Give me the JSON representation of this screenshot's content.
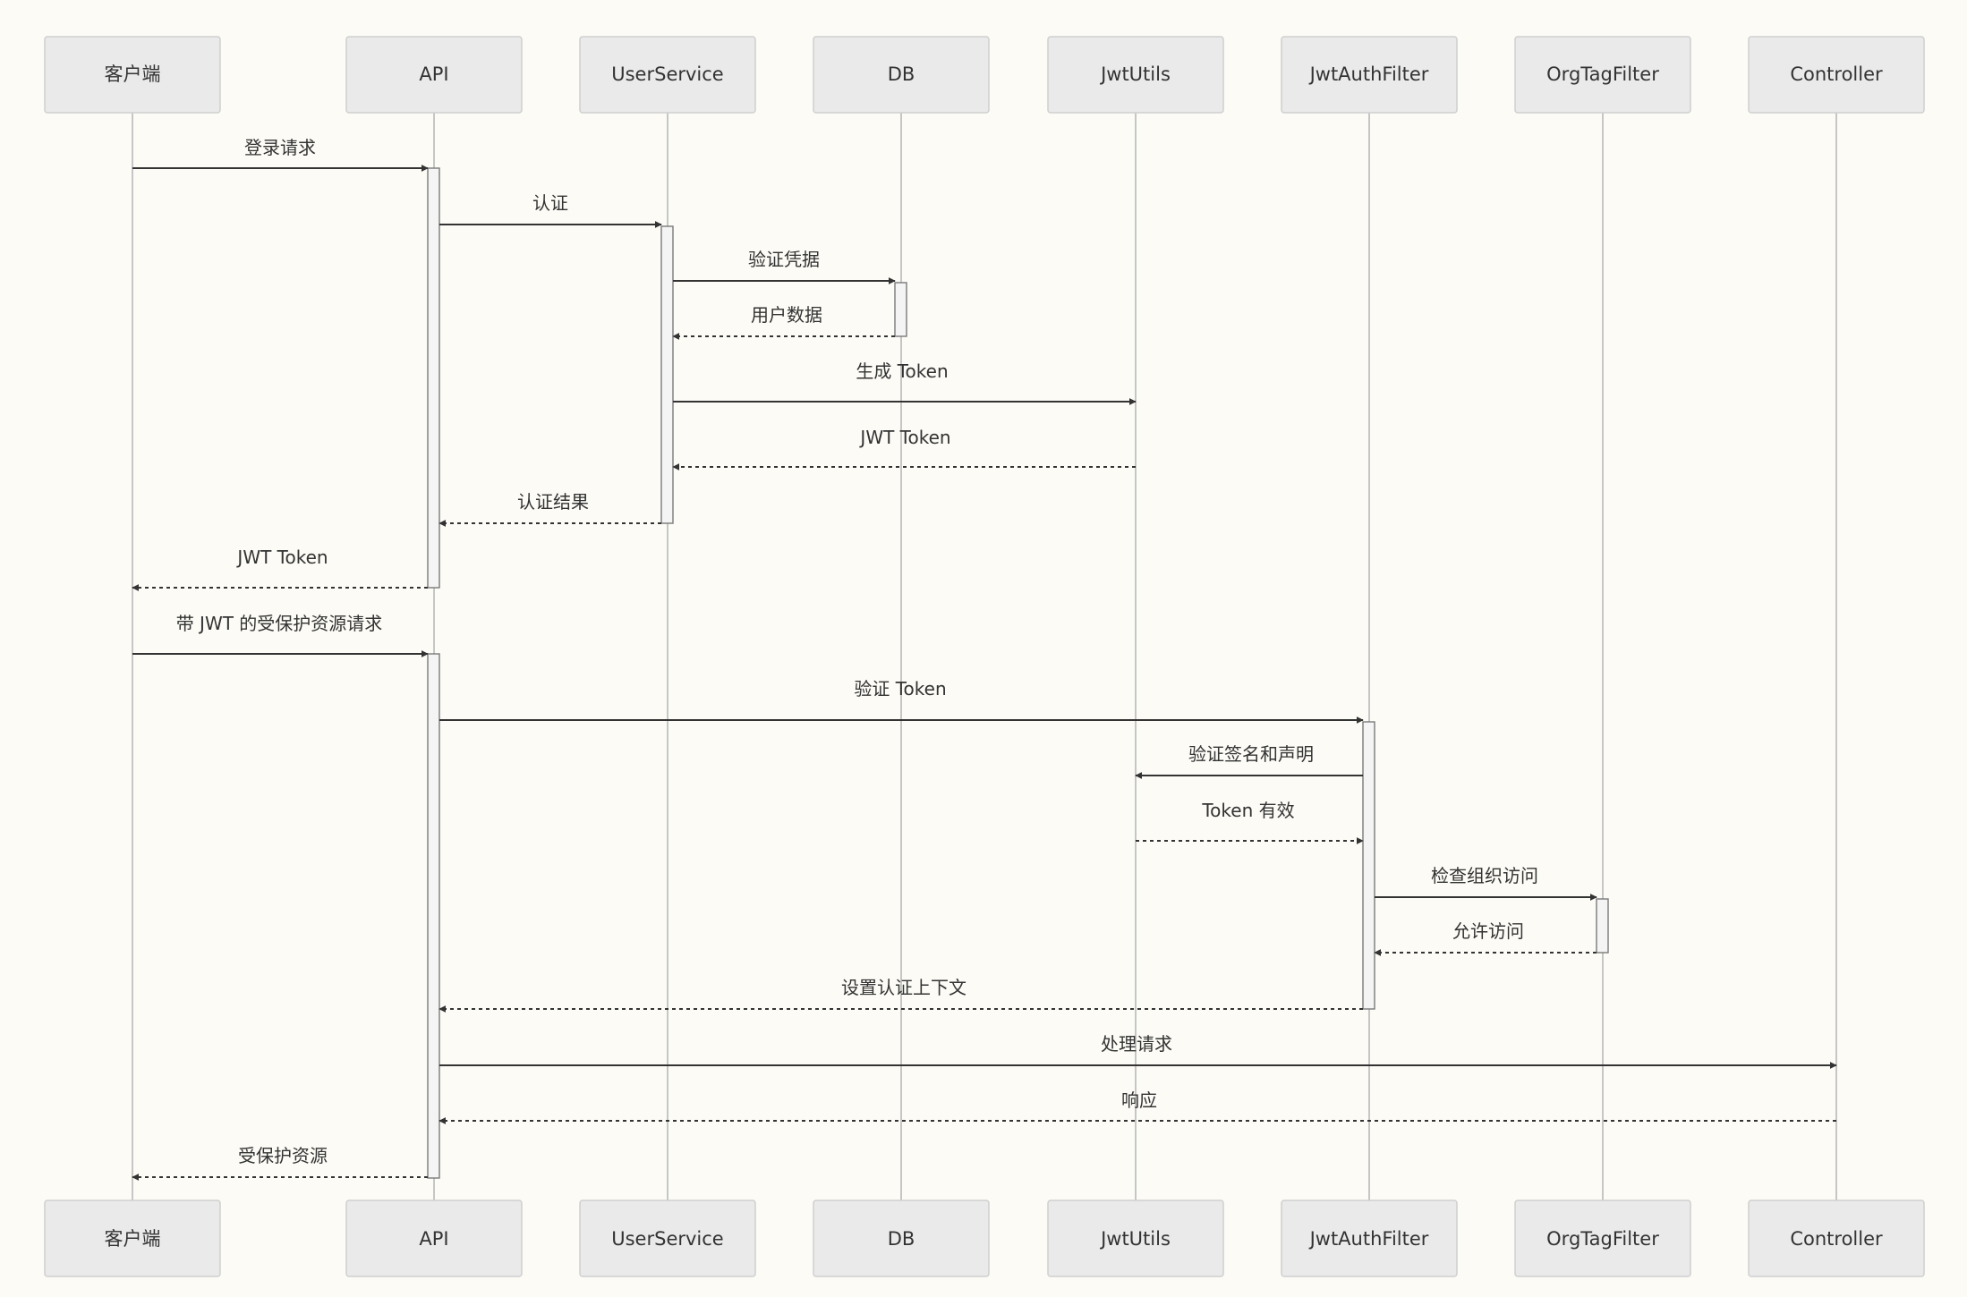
{
  "participants": [
    {
      "id": "client",
      "label": "客户端"
    },
    {
      "id": "api",
      "label": "API"
    },
    {
      "id": "user_service",
      "label": "UserService"
    },
    {
      "id": "db",
      "label": "DB"
    },
    {
      "id": "jwt_utils",
      "label": "JwtUtils"
    },
    {
      "id": "jwt_auth_filter",
      "label": "JwtAuthFilter"
    },
    {
      "id": "org_tag_filter",
      "label": "OrgTagFilter"
    },
    {
      "id": "controller",
      "label": "Controller"
    }
  ],
  "messages": [
    {
      "from": "client",
      "to": "api",
      "label": "登录请求",
      "style": "solid"
    },
    {
      "from": "api",
      "to": "user_service",
      "label": "认证",
      "style": "solid"
    },
    {
      "from": "user_service",
      "to": "db",
      "label": "验证凭据",
      "style": "solid"
    },
    {
      "from": "db",
      "to": "user_service",
      "label": "用户数据",
      "style": "dashed"
    },
    {
      "from": "user_service",
      "to": "jwt_utils",
      "label": "生成 Token",
      "style": "solid"
    },
    {
      "from": "jwt_utils",
      "to": "user_service",
      "label": "JWT Token",
      "style": "dashed"
    },
    {
      "from": "user_service",
      "to": "api",
      "label": "认证结果",
      "style": "dashed"
    },
    {
      "from": "api",
      "to": "client",
      "label": "JWT Token",
      "style": "dashed"
    },
    {
      "from": "client",
      "to": "api",
      "label": "带 JWT 的受保护资源请求",
      "style": "solid"
    },
    {
      "from": "api",
      "to": "jwt_auth_filter",
      "label": "验证 Token",
      "style": "solid"
    },
    {
      "from": "jwt_auth_filter",
      "to": "jwt_utils",
      "label": "验证签名和声明",
      "style": "solid"
    },
    {
      "from": "jwt_utils",
      "to": "jwt_auth_filter",
      "label": "Token 有效",
      "style": "dashed"
    },
    {
      "from": "jwt_auth_filter",
      "to": "org_tag_filter",
      "label": "检查组织访问",
      "style": "solid"
    },
    {
      "from": "org_tag_filter",
      "to": "jwt_auth_filter",
      "label": "允许访问",
      "style": "dashed"
    },
    {
      "from": "jwt_auth_filter",
      "to": "api",
      "label": "设置认证上下文",
      "style": "dashed"
    },
    {
      "from": "api",
      "to": "controller",
      "label": "处理请求",
      "style": "solid"
    },
    {
      "from": "controller",
      "to": "api",
      "label": "响应",
      "style": "dashed"
    },
    {
      "from": "api",
      "to": "client",
      "label": "受保护资源",
      "style": "dashed"
    }
  ],
  "colors": {
    "background": "#fcfbf6",
    "actor_fill": "#eaeaea",
    "actor_border": "#cfcfcf",
    "lifeline": "#c6c6c6",
    "arrow": "#333333",
    "text": "#333333"
  }
}
